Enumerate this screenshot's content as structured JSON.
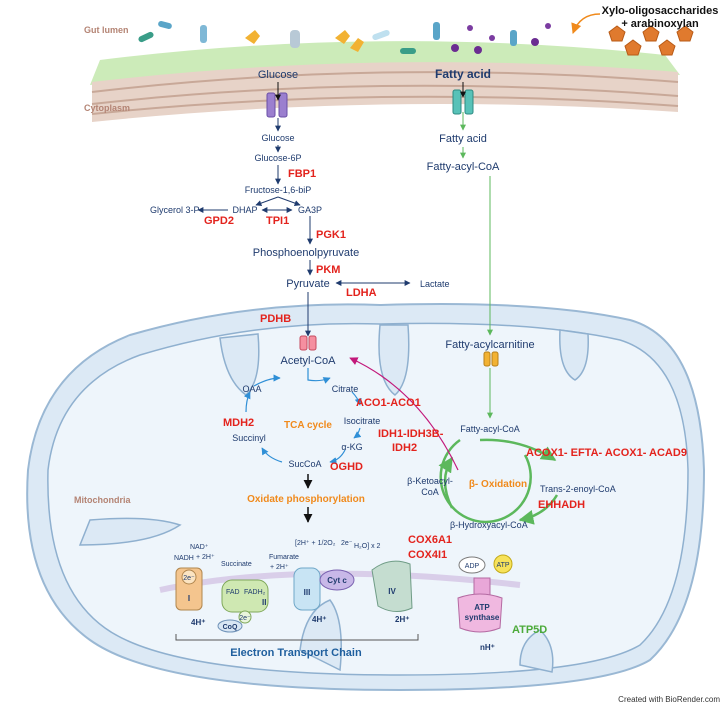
{
  "labels": {
    "xos_line1": "Xylo-oligosaccharides",
    "xos_line2": "+ arabinoxylan",
    "gut_lumen": "Gut lumen",
    "cytoplasm": "Cytoplasm",
    "mitochondria": "Mitochondria",
    "tca_cycle": "TCA cycle",
    "beta_oxidation": "β- Oxidation",
    "oxidative_phosphorylation": "Oxidate phosphorylation",
    "electron_transport_chain": "Electron Transport Chain",
    "credit": "Created with BioRender.com"
  },
  "metabolites": {
    "glucose_lumen": "Glucose",
    "fatty_acid_lumen": "Fatty acid",
    "glucose_cyto": "Glucose",
    "glucose_6p": "Glucose-6P",
    "fructose_16bip": "Fructose-1,6-biP",
    "dhap": "DHAP",
    "ga3p": "GA3P",
    "glycerol_3p": "Glycerol 3-P",
    "phosphoenolpyruvate": "Phosphoenolpyruvate",
    "pyruvate": "Pyruvate",
    "lactate": "Lactate",
    "acetyl_coa": "Acetyl-CoA",
    "fatty_acid_cyto": "Fatty acid",
    "fatty_acyl_coa_cyto": "Fatty-acyl-CoA",
    "fatty_acylcarnitine": "Fatty-acylcarnitine",
    "fatty_acyl_coa_mito": "Fatty-acyl-CoA",
    "trans_2_enoyl_coa": "Trans-2-enoyl-CoA",
    "beta_hydroxyacyl_coa": "β-Hydroxyacyl-CoA",
    "beta_ketoacyl_coa_line1": "β-Ketoacyl-",
    "beta_ketoacyl_coa_line2": "CoA",
    "oaa": "OAA",
    "citrate": "Citrate",
    "isocitrate": "Isocitrate",
    "alpha_kg": "α-KG",
    "succoa": "SucCoA",
    "succinyl": "Succinyl"
  },
  "enzymes": {
    "fbp1": "FBP1",
    "gpd2": "GPD2",
    "tpi1": "TPI1",
    "pgk1": "PGK1",
    "pkm": "PKM",
    "ldha": "LDHA",
    "pdhb": "PDHB",
    "aco": "ACO1-ACO1",
    "idh_line1": "IDH1-IDH3B-",
    "idh_line2": "IDH2",
    "oghd": "OGHD",
    "mdh2": "MDH2",
    "acox_group": "ACOX1- EFTA- ACOX1- ACAD9",
    "ehhadh": "EHHADH",
    "cox6a1": "COX6A1",
    "cox4i1": "COX4I1",
    "atp5d": "ATP5D"
  },
  "etc": {
    "complex_i": "I",
    "complex_ii": "II",
    "complex_iii": "III",
    "complex_iv": "IV",
    "cyt_c": "Cyt c",
    "coq": "CoQ",
    "nadh": "NADH",
    "nad": "NAD⁺",
    "h2plus": "+ 2H⁺",
    "succinate": "Succinate",
    "fumarate": "Fumarate",
    "fad": "FAD",
    "fadh2": "FADH₂",
    "e2": "2e⁻",
    "h4": "4H⁺",
    "h2": "2H⁺",
    "nh": "nH⁺",
    "reaction_left": "[2H⁺ + 1/2O₂",
    "reaction_right": "H₂O] x 2",
    "adp": "ADP",
    "atp": "ATP",
    "atp_synthase_line1": "ATP",
    "atp_synthase_line2": "synthase"
  }
}
